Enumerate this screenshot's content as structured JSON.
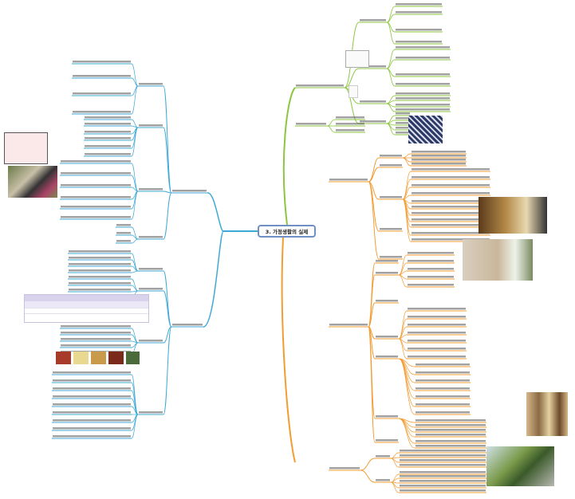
{
  "central_node": {
    "title": "3. 가정생활의 실제"
  },
  "branch_colors": {
    "green": "#8cc63f",
    "orange": "#f39c33",
    "blue": "#3fa9d6",
    "center_border": "#6f8fc7"
  },
  "images": [
    {
      "name": "refrigerator-illustration"
    },
    {
      "name": "food-waste-photo"
    },
    {
      "name": "checkered-shorts-photo"
    },
    {
      "name": "dining-room-photo"
    },
    {
      "name": "kitchen-photo"
    },
    {
      "name": "closet-photo"
    },
    {
      "name": "plants-photo"
    },
    {
      "name": "floor-plan-sketch"
    },
    {
      "name": "food-dishes-strip"
    }
  ]
}
